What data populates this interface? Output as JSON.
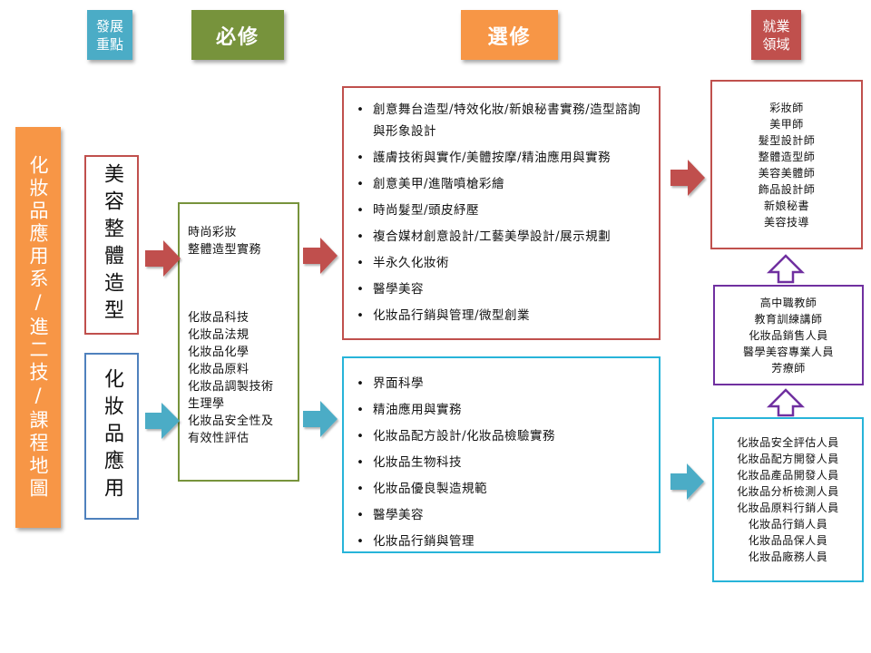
{
  "headers": {
    "focus": "發展\n重點",
    "required": "必修",
    "elective": "選修",
    "employment": "就業\n領域"
  },
  "map_title": "化妝品應用系/進二技/課程地圖",
  "tracks": {
    "beauty": "美容整體造型",
    "cosmetics": "化妝品應用"
  },
  "required_courses": {
    "group1": [
      "時尚彩妝",
      "整體造型實務"
    ],
    "group2": [
      "化妝品科技",
      "化妝品法規",
      "化妝品化學",
      "化妝品原料",
      "化妝品調製技術",
      "生理學",
      "化妝品安全性及",
      "有效性評估"
    ]
  },
  "electives_beauty": [
    "創意舞台造型/特效化妝/新娘秘書實務/造型諮詢與形象設計",
    "護膚技術與實作/美體按摩/精油應用與實務",
    "創意美甲/進階噴槍彩繪",
    "時尚髮型/頭皮紓壓",
    "複合媒材創意設計/工藝美學設計/展示規劃",
    "半永久化妝術",
    "醫學美容",
    "化妝品行銷與管理/微型創業"
  ],
  "electives_cosmetics": [
    "界面科學",
    "精油應用與實務",
    "化妝品配方設計/化妝品檢驗實務",
    "化妝品生物科技",
    "化妝品優良製造規範",
    "醫學美容",
    "化妝品行銷與管理"
  ],
  "jobs_beauty": [
    "彩妝師",
    "美甲師",
    "髮型設計師",
    "整體造型師",
    "美容美體師",
    "飾品設計師",
    "新娘秘書",
    "美容技導"
  ],
  "jobs_shared": [
    "高中職教師",
    "教育訓練講師",
    "化妝品銷售人員",
    "醫學美容專業人員",
    "芳療師"
  ],
  "jobs_cosmetics": [
    "化妝品安全評估人員",
    "化妝品配方開發人員",
    "化妝品產品開發人員",
    "化妝品分析檢測人員",
    "化妝品原料行銷人員",
    "化妝品行銷人員",
    "化妝品品保人員",
    "化妝品廠務人員"
  ],
  "colors": {
    "teal_header": "#4BACC6",
    "green_header": "#77933C",
    "orange_header": "#F79646",
    "red_header": "#C0504D",
    "red_border": "#C0504D",
    "blue_border": "#4F81BD",
    "green_border": "#77933C",
    "cyan_border": "#27B4D9",
    "purple_border": "#7030A0",
    "red_arrow": "#C0504D",
    "cyan_arrow": "#4BACC6"
  }
}
